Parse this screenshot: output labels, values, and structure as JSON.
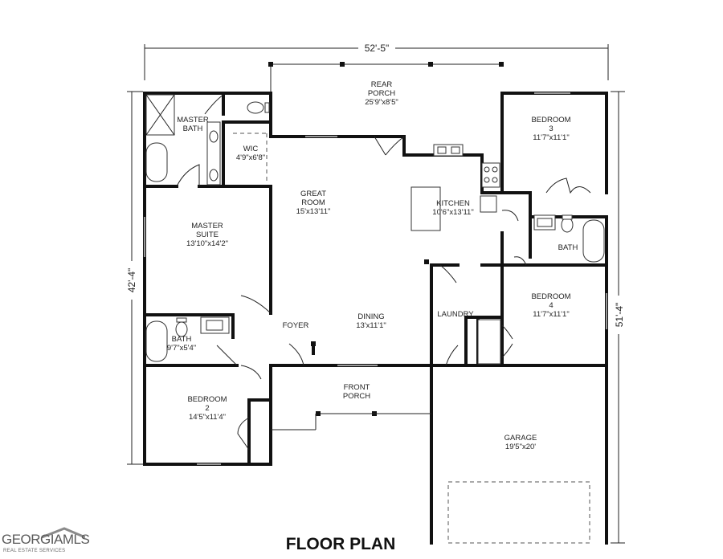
{
  "plan": {
    "title": "FLOOR PLAN",
    "dimensions": {
      "overall_width": "52'-5\"",
      "left_depth": "42'-4\"",
      "right_depth": "51'-4\""
    },
    "rooms": [
      {
        "id": "rear-porch",
        "name": "REAR\nPORCH",
        "size": "25'9\"x8'5\""
      },
      {
        "id": "master-bath",
        "name": "MASTER\nBATH",
        "size": ""
      },
      {
        "id": "wic",
        "name": "WIC",
        "size": "4'9\"x6'8\""
      },
      {
        "id": "bedroom-3",
        "name": "BEDROOM\n3",
        "size": "11'7\"x11'1\""
      },
      {
        "id": "great-room",
        "name": "GREAT\nROOM",
        "size": "15'x13'11\""
      },
      {
        "id": "kitchen",
        "name": "KITCHEN",
        "size": "10'6\"x13'11\""
      },
      {
        "id": "master-suite",
        "name": "MASTER\nSUITE",
        "size": "13'10\"x14'2\""
      },
      {
        "id": "bath-right",
        "name": "BATH",
        "size": ""
      },
      {
        "id": "bedroom-4",
        "name": "BEDROOM\n4",
        "size": "11'7\"x11'1\""
      },
      {
        "id": "dining",
        "name": "DINING",
        "size": "13'x11'1\""
      },
      {
        "id": "laundry",
        "name": "LAUNDRY",
        "size": ""
      },
      {
        "id": "foyer",
        "name": "FOYER",
        "size": ""
      },
      {
        "id": "bath-left",
        "name": "BATH",
        "size": "9'7\"x5'4\""
      },
      {
        "id": "front-porch",
        "name": "FRONT\nPORCH",
        "size": ""
      },
      {
        "id": "bedroom-2",
        "name": "BEDROOM\n2",
        "size": "14'5\"x11'4\""
      },
      {
        "id": "garage",
        "name": "GARAGE",
        "size": "19'5\"x20'"
      }
    ]
  },
  "logo": {
    "name": "GEORGIAMLS",
    "tagline": "REAL ESTATE SERVICES"
  }
}
